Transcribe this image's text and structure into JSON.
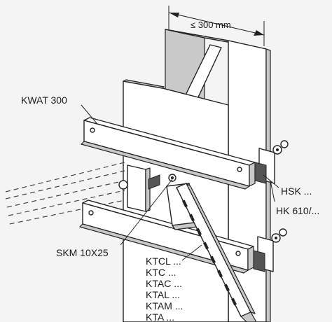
{
  "dimension": {
    "label": "≤ 300 mm"
  },
  "labels": {
    "kwat": "KWAT 300",
    "hsk": "HSK ...",
    "hk": "HK 610/...",
    "skm": "SKM 10X25"
  },
  "kt_list": [
    "KTCL ...",
    "KTC ...",
    "KTAC ...",
    "KTAL ...",
    "KTAM ...",
    "KTA ..."
  ]
}
